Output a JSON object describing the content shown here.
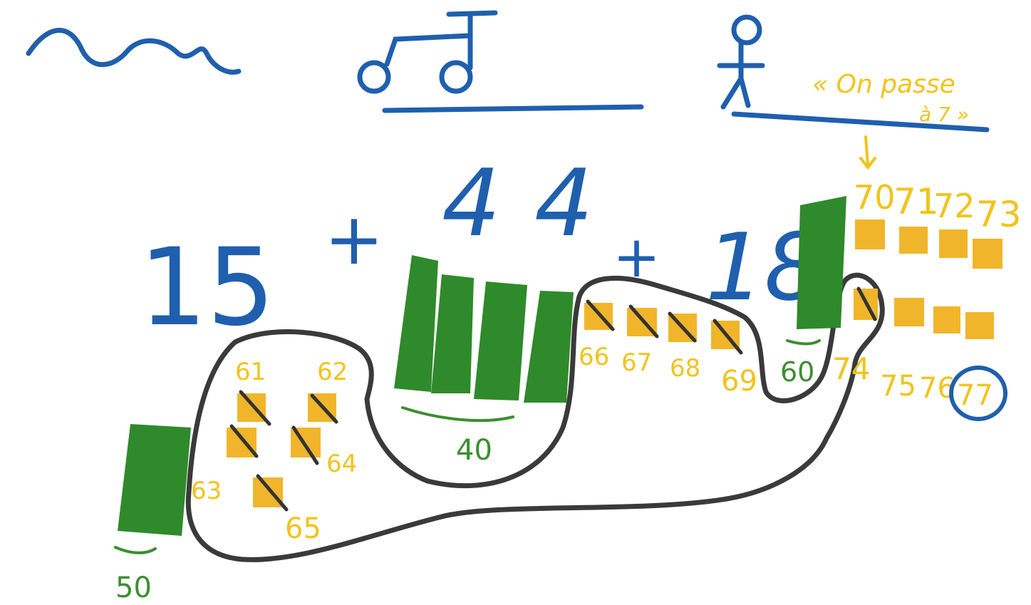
{
  "colors": {
    "blue": "#1f5fae",
    "green_block": "#2f8a2b",
    "green_text": "#3b8f2f",
    "yellow": "#f2c31b",
    "yellow_square": "#f0b52a",
    "outline": "#3a3a3a",
    "slash": "#333333"
  },
  "pictograms": [
    "wave-icon",
    "scooter-icon",
    "stick-figure-icon"
  ],
  "quote": {
    "line1": "« On passe",
    "line2": "à 7 »"
  },
  "equation": {
    "term1": "15",
    "plus1": "+",
    "term2_digit1": "4",
    "term2_digit2": "4",
    "plus2": "+",
    "term3": "18"
  },
  "tens_labels": {
    "fifty": "50",
    "forty": "40",
    "sixty": "60"
  },
  "unit_numbers": {
    "n61": "61",
    "n62": "62",
    "n63": "63",
    "n64": "64",
    "n65": "65",
    "n66": "66",
    "n67": "67",
    "n68": "68",
    "n69": "69",
    "n70": "70",
    "n71": "71",
    "n72": "72",
    "n73": "73",
    "n74": "74",
    "n75": "75",
    "n76": "76",
    "n77": "77"
  }
}
